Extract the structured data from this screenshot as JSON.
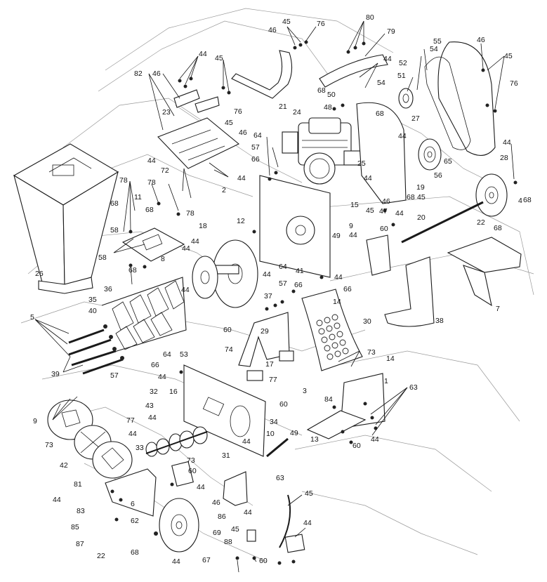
{
  "callouts": [
    {
      "id": "c1",
      "text": "45"
    },
    {
      "id": "c2",
      "text": "46"
    },
    {
      "id": "c3",
      "text": "76"
    },
    {
      "id": "c4",
      "text": "80"
    },
    {
      "id": "c5",
      "text": "79"
    },
    {
      "id": "c6",
      "text": "44"
    },
    {
      "id": "c7",
      "text": "68"
    },
    {
      "id": "c8",
      "text": "50"
    },
    {
      "id": "c9",
      "text": "54"
    },
    {
      "id": "c10",
      "text": "55"
    },
    {
      "id": "c11",
      "text": "46"
    },
    {
      "id": "c12",
      "text": "45"
    },
    {
      "id": "c13",
      "text": "76"
    },
    {
      "id": "c14",
      "text": "52"
    },
    {
      "id": "c15",
      "text": "51"
    },
    {
      "id": "c16",
      "text": "54"
    },
    {
      "id": "c17",
      "text": "27"
    },
    {
      "id": "c18",
      "text": "68"
    },
    {
      "id": "c19",
      "text": "28"
    },
    {
      "id": "c20",
      "text": "82"
    },
    {
      "id": "c21",
      "text": "46"
    },
    {
      "id": "c22",
      "text": "44"
    },
    {
      "id": "c23",
      "text": "45"
    },
    {
      "id": "c24",
      "text": "76"
    },
    {
      "id": "c25",
      "text": "45"
    },
    {
      "id": "c26",
      "text": "21"
    },
    {
      "id": "c27",
      "text": "48"
    },
    {
      "id": "c28",
      "text": "24"
    },
    {
      "id": "c29",
      "text": "23"
    },
    {
      "id": "c30",
      "text": "46"
    },
    {
      "id": "c31",
      "text": "64"
    },
    {
      "id": "c32",
      "text": "57"
    },
    {
      "id": "c33",
      "text": "66"
    },
    {
      "id": "c34",
      "text": "44"
    },
    {
      "id": "c35",
      "text": "72"
    },
    {
      "id": "c36",
      "text": "44"
    },
    {
      "id": "c37",
      "text": "25"
    },
    {
      "id": "c38",
      "text": "44"
    },
    {
      "id": "c39",
      "text": "65"
    },
    {
      "id": "c40",
      "text": "56"
    },
    {
      "id": "c41",
      "text": "19"
    },
    {
      "id": "c42",
      "text": "68"
    },
    {
      "id": "c43",
      "text": "45"
    },
    {
      "id": "c44",
      "text": "68"
    },
    {
      "id": "c45",
      "text": "44"
    },
    {
      "id": "c46",
      "text": "2"
    },
    {
      "id": "c47",
      "text": "26"
    },
    {
      "id": "c48",
      "text": "78"
    },
    {
      "id": "c49",
      "text": "11"
    },
    {
      "id": "c50",
      "text": "78"
    },
    {
      "id": "c51",
      "text": "68"
    },
    {
      "id": "c52",
      "text": "68"
    },
    {
      "id": "c53",
      "text": "78"
    },
    {
      "id": "c54",
      "text": "58"
    },
    {
      "id": "c55",
      "text": "58"
    },
    {
      "id": "c56",
      "text": "44"
    },
    {
      "id": "c57",
      "text": "68"
    },
    {
      "id": "c58",
      "text": "8"
    },
    {
      "id": "c59",
      "text": "18"
    },
    {
      "id": "c60",
      "text": "44"
    },
    {
      "id": "c61",
      "text": "12"
    },
    {
      "id": "c62",
      "text": "64"
    },
    {
      "id": "c63",
      "text": "41"
    },
    {
      "id": "c64",
      "text": "44"
    },
    {
      "id": "c65",
      "text": "57"
    },
    {
      "id": "c66",
      "text": "66"
    },
    {
      "id": "c67",
      "text": "44"
    },
    {
      "id": "c68",
      "text": "66"
    },
    {
      "id": "c69",
      "text": "14"
    },
    {
      "id": "c70",
      "text": "15"
    },
    {
      "id": "c71",
      "text": "9"
    },
    {
      "id": "c72",
      "text": "45"
    },
    {
      "id": "c73",
      "text": "46"
    },
    {
      "id": "c74",
      "text": "47"
    },
    {
      "id": "c75",
      "text": "49"
    },
    {
      "id": "c76",
      "text": "44"
    },
    {
      "id": "c77",
      "text": "60"
    },
    {
      "id": "c78",
      "text": "44"
    },
    {
      "id": "c79",
      "text": "20"
    },
    {
      "id": "c80",
      "text": "22"
    },
    {
      "id": "c81",
      "text": "68"
    },
    {
      "id": "c82",
      "text": "44"
    },
    {
      "id": "c83",
      "text": "4"
    },
    {
      "id": "c84",
      "text": "7"
    },
    {
      "id": "c85",
      "text": "38"
    },
    {
      "id": "c86",
      "text": "36"
    },
    {
      "id": "c87",
      "text": "35"
    },
    {
      "id": "c88",
      "text": "40"
    },
    {
      "id": "c89",
      "text": "44"
    },
    {
      "id": "c90",
      "text": "37"
    },
    {
      "id": "c91",
      "text": "5"
    },
    {
      "id": "c92",
      "text": "60"
    },
    {
      "id": "c93",
      "text": "29"
    },
    {
      "id": "c94",
      "text": "30"
    },
    {
      "id": "c95",
      "text": "39"
    },
    {
      "id": "c96",
      "text": "57"
    },
    {
      "id": "c97",
      "text": "64"
    },
    {
      "id": "c98",
      "text": "66"
    },
    {
      "id": "c99",
      "text": "53"
    },
    {
      "id": "c100",
      "text": "74"
    },
    {
      "id": "c101",
      "text": "73"
    },
    {
      "id": "c102",
      "text": "44"
    },
    {
      "id": "c103",
      "text": "17"
    },
    {
      "id": "c104",
      "text": "77"
    },
    {
      "id": "c105",
      "text": "3"
    },
    {
      "id": "c106",
      "text": "14"
    },
    {
      "id": "c107",
      "text": "1"
    },
    {
      "id": "c108",
      "text": "32"
    },
    {
      "id": "c109",
      "text": "16"
    },
    {
      "id": "c110",
      "text": "60"
    },
    {
      "id": "c111",
      "text": "43"
    },
    {
      "id": "c112",
      "text": "63"
    },
    {
      "id": "c113",
      "text": "9"
    },
    {
      "id": "c114",
      "text": "77"
    },
    {
      "id": "c115",
      "text": "44"
    },
    {
      "id": "c116",
      "text": "34"
    },
    {
      "id": "c117",
      "text": "84"
    },
    {
      "id": "c118",
      "text": "73"
    },
    {
      "id": "c119",
      "text": "44"
    },
    {
      "id": "c120",
      "text": "10"
    },
    {
      "id": "c121",
      "text": "49"
    },
    {
      "id": "c122",
      "text": "13"
    },
    {
      "id": "c123",
      "text": "60"
    },
    {
      "id": "c124",
      "text": "44"
    },
    {
      "id": "c125",
      "text": "33"
    },
    {
      "id": "c126",
      "text": "73"
    },
    {
      "id": "c127",
      "text": "31"
    },
    {
      "id": "c128",
      "text": "42"
    },
    {
      "id": "c129",
      "text": "60"
    },
    {
      "id": "c130",
      "text": "44"
    },
    {
      "id": "c131",
      "text": "63"
    },
    {
      "id": "c132",
      "text": "81"
    },
    {
      "id": "c133",
      "text": "44"
    },
    {
      "id": "c134",
      "text": "45"
    },
    {
      "id": "c135",
      "text": "44"
    },
    {
      "id": "c136",
      "text": "83"
    },
    {
      "id": "c137",
      "text": "6"
    },
    {
      "id": "c138",
      "text": "46"
    },
    {
      "id": "c139",
      "text": "62"
    },
    {
      "id": "c140",
      "text": "44"
    },
    {
      "id": "c141",
      "text": "85"
    },
    {
      "id": "c142",
      "text": "86"
    },
    {
      "id": "c143",
      "text": "87"
    },
    {
      "id": "c144",
      "text": "45"
    },
    {
      "id": "c145",
      "text": "44"
    },
    {
      "id": "c146",
      "text": "69"
    },
    {
      "id": "c147",
      "text": "22"
    },
    {
      "id": "c148",
      "text": "68"
    },
    {
      "id": "c149",
      "text": "88"
    },
    {
      "id": "c150",
      "text": "67"
    },
    {
      "id": "c151",
      "text": "44"
    },
    {
      "id": "c152",
      "text": "60"
    }
  ]
}
